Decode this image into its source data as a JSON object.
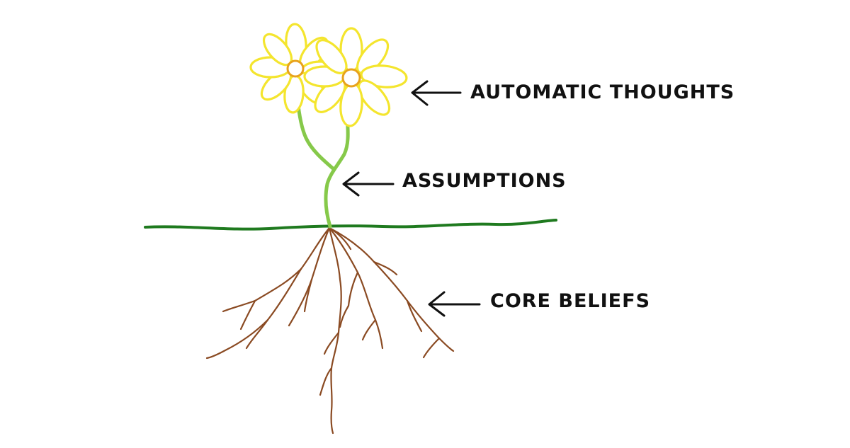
{
  "labels": {
    "automatic_thoughts": "AUTOMATIC THOUGHTS",
    "assumptions": "ASSUMPTIONS",
    "core_beliefs": "CORE BELIEFS"
  },
  "colors": {
    "background": "#ffffff",
    "petal": "#f4e52e",
    "flower_center": "#e8a21c",
    "stem": "#86c94a",
    "ground": "#1f7a1f",
    "roots": "#8a4a22",
    "arrows_and_text": "#111111"
  }
}
